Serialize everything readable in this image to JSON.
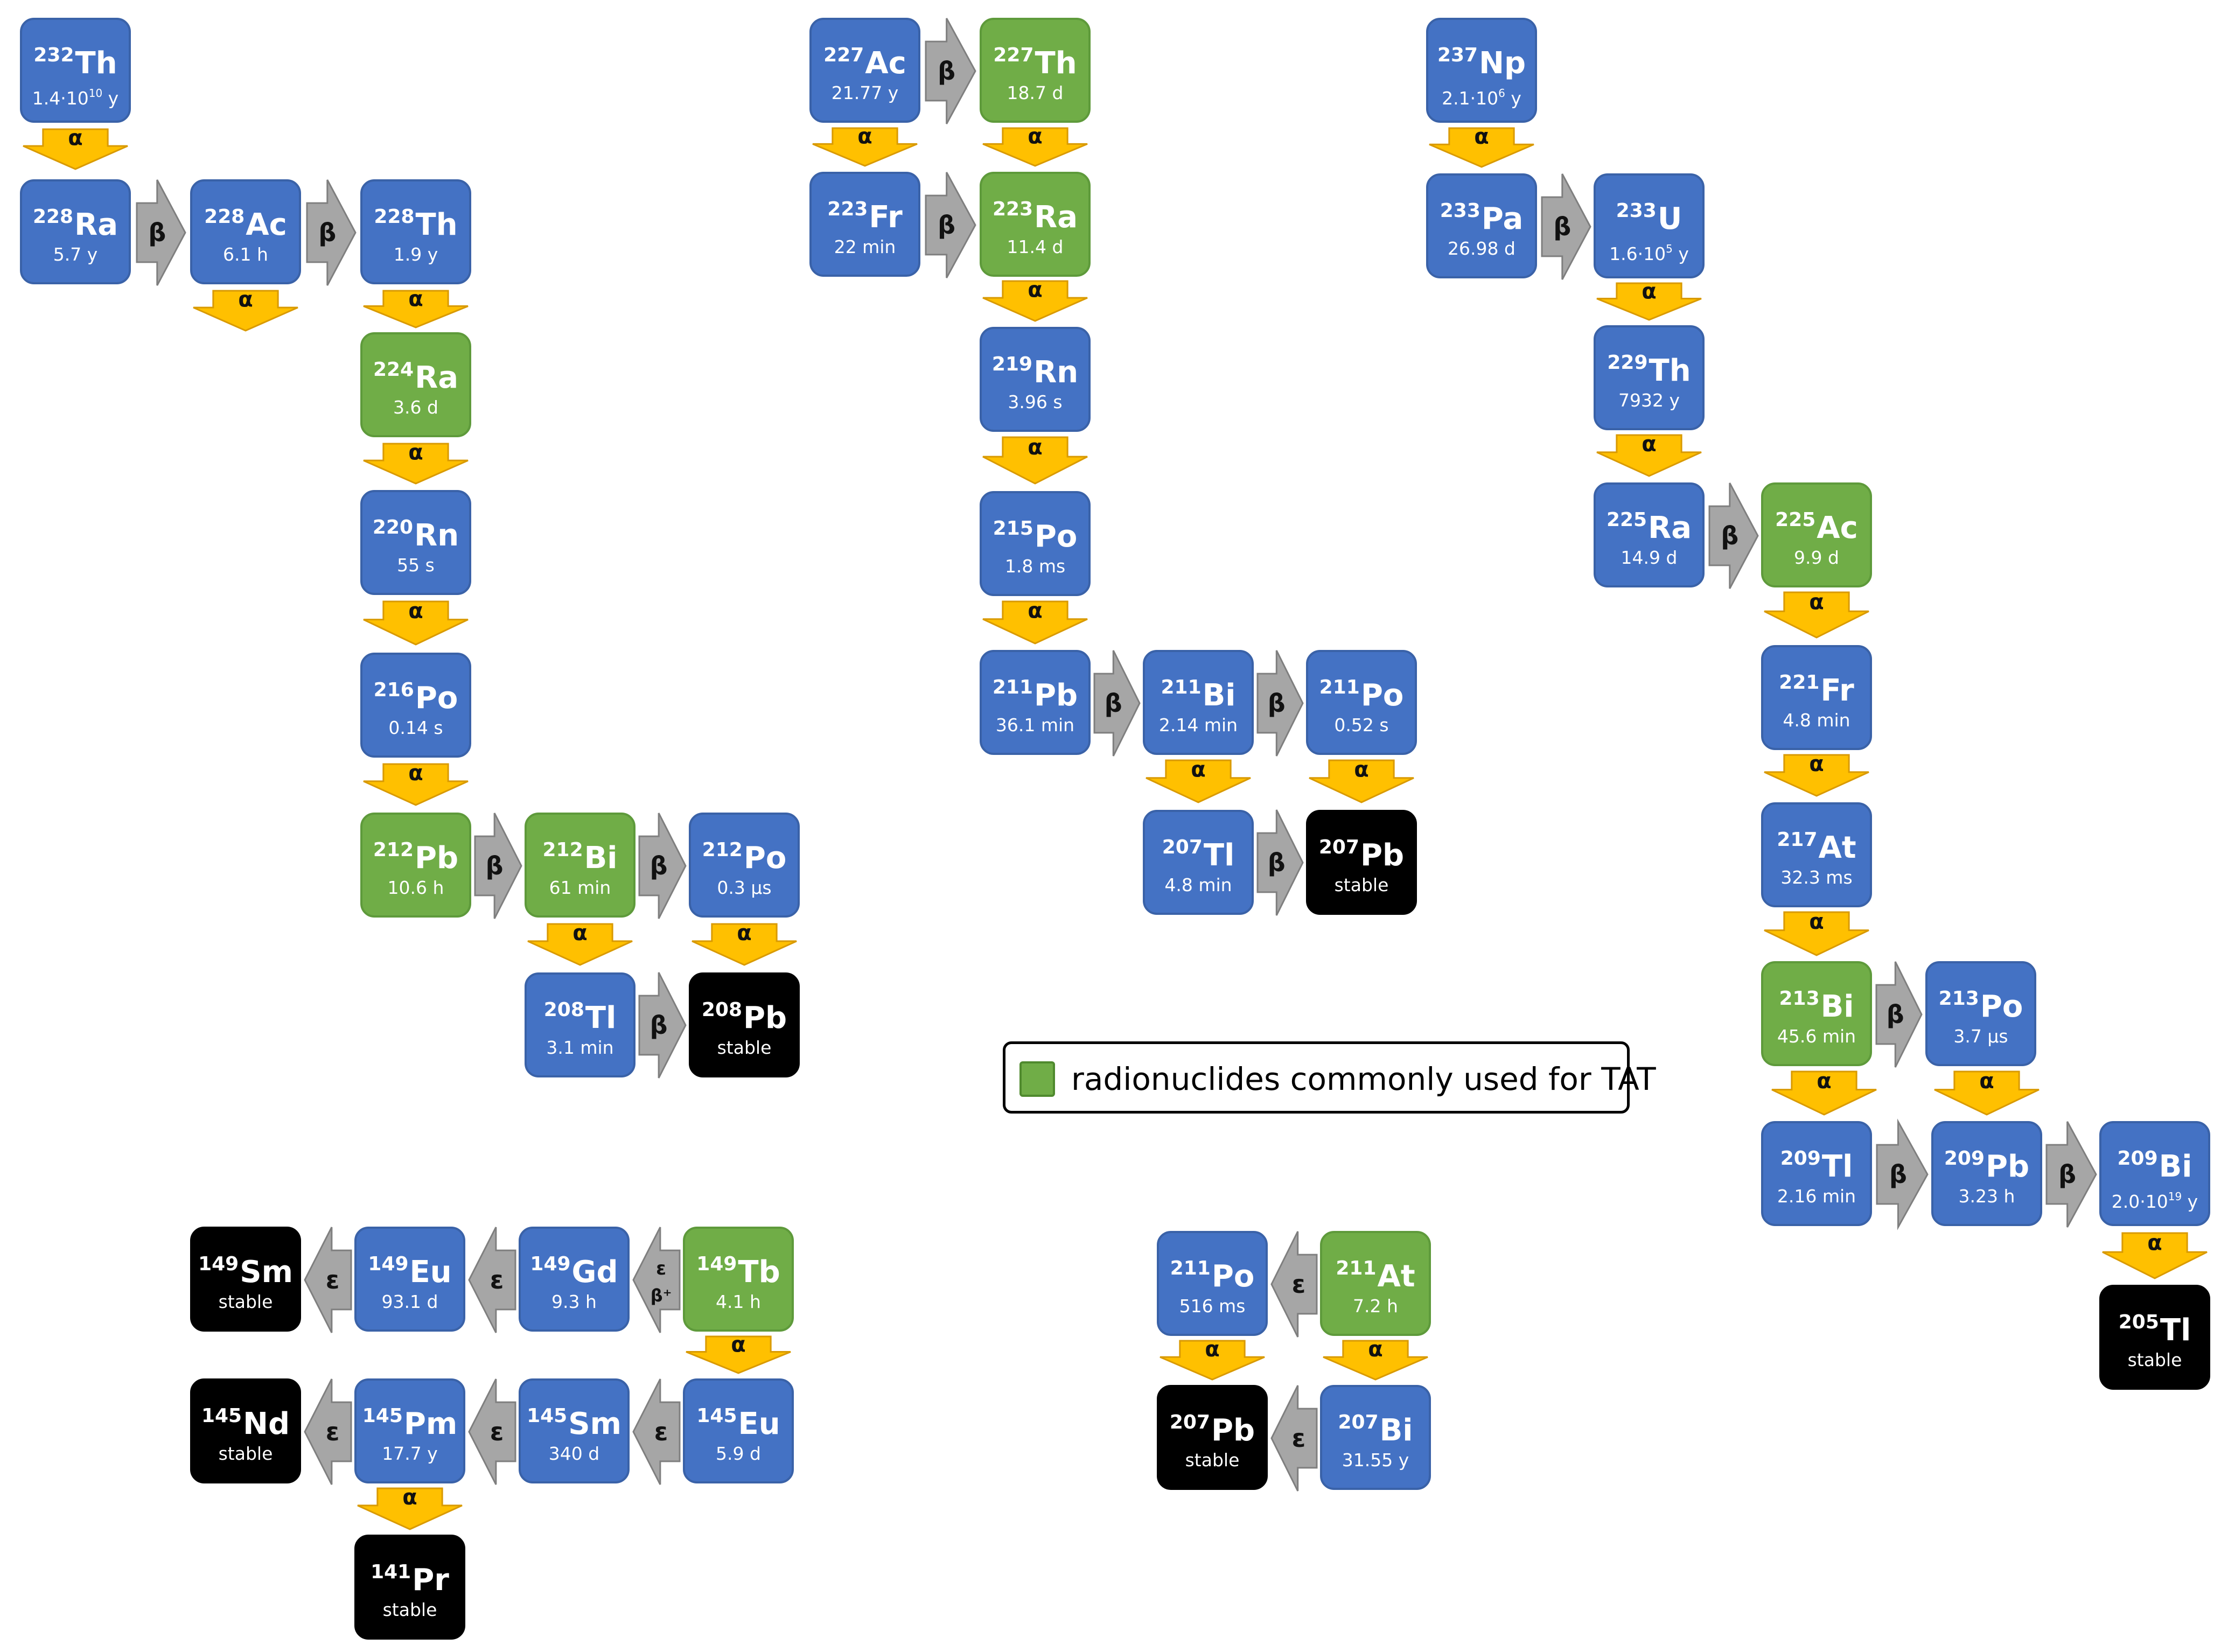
{
  "legend": {
    "label": "radionuclides commonly used for TAT",
    "color": "#70ad47"
  },
  "colors": {
    "blue": "#4472c4",
    "green": "#70ad47",
    "black": "#000000",
    "alpha_arrow": "#ffc000",
    "beta_arrow": "#a6a6a6"
  },
  "nuclides": [
    {
      "id": "th232",
      "mass": "232",
      "el": "Th",
      "hl": "1.4·10",
      "hl_exp": "10",
      "hl_unit": " y",
      "color": "blue"
    },
    {
      "id": "ra228",
      "mass": "228",
      "el": "Ra",
      "hl": "5.7 y",
      "color": "blue"
    },
    {
      "id": "ac228",
      "mass": "228",
      "el": "Ac",
      "hl": "6.1 h",
      "color": "blue"
    },
    {
      "id": "th228",
      "mass": "228",
      "el": "Th",
      "hl": "1.9 y",
      "color": "blue"
    },
    {
      "id": "ra224",
      "mass": "224",
      "el": "Ra",
      "hl": "3.6 d",
      "color": "green"
    },
    {
      "id": "rn220",
      "mass": "220",
      "el": "Rn",
      "hl": "55 s",
      "color": "blue"
    },
    {
      "id": "po216",
      "mass": "216",
      "el": "Po",
      "hl": "0.14 s",
      "color": "blue"
    },
    {
      "id": "pb212",
      "mass": "212",
      "el": "Pb",
      "hl": "10.6 h",
      "color": "green"
    },
    {
      "id": "bi212",
      "mass": "212",
      "el": "Bi",
      "hl": "61 min",
      "color": "green"
    },
    {
      "id": "po212",
      "mass": "212",
      "el": "Po",
      "hl": "0.3 µs",
      "color": "blue"
    },
    {
      "id": "tl208",
      "mass": "208",
      "el": "Tl",
      "hl": "3.1 min",
      "color": "blue"
    },
    {
      "id": "pb208",
      "mass": "208",
      "el": "Pb",
      "hl": "stable",
      "color": "black"
    },
    {
      "id": "ac227",
      "mass": "227",
      "el": "Ac",
      "hl": "21.77 y",
      "color": "blue"
    },
    {
      "id": "th227",
      "mass": "227",
      "el": "Th",
      "hl": "18.7 d",
      "color": "green"
    },
    {
      "id": "fr223",
      "mass": "223",
      "el": "Fr",
      "hl": "22 min",
      "color": "blue"
    },
    {
      "id": "ra223",
      "mass": "223",
      "el": "Ra",
      "hl": "11.4 d",
      "color": "green"
    },
    {
      "id": "rn219",
      "mass": "219",
      "el": "Rn",
      "hl": "3.96 s",
      "color": "blue"
    },
    {
      "id": "po215",
      "mass": "215",
      "el": "Po",
      "hl": "1.8 ms",
      "color": "blue"
    },
    {
      "id": "pb211",
      "mass": "211",
      "el": "Pb",
      "hl": "36.1 min",
      "color": "blue"
    },
    {
      "id": "bi211",
      "mass": "211",
      "el": "Bi",
      "hl": "2.14 min",
      "color": "blue"
    },
    {
      "id": "po211a",
      "mass": "211",
      "el": "Po",
      "hl": "0.52 s",
      "color": "blue"
    },
    {
      "id": "tl207",
      "mass": "207",
      "el": "Tl",
      "hl": "4.8 min",
      "color": "blue"
    },
    {
      "id": "pb207a",
      "mass": "207",
      "el": "Pb",
      "hl": "stable",
      "color": "black"
    },
    {
      "id": "np237",
      "mass": "237",
      "el": "Np",
      "hl": "2.1·10",
      "hl_exp": "6",
      "hl_unit": " y",
      "color": "blue"
    },
    {
      "id": "pa233",
      "mass": "233",
      "el": "Pa",
      "hl": "26.98 d",
      "color": "blue"
    },
    {
      "id": "u233",
      "mass": "233",
      "el": "U",
      "hl": "1.6·10",
      "hl_exp": "5",
      "hl_unit": " y",
      "color": "blue"
    },
    {
      "id": "th229",
      "mass": "229",
      "el": "Th",
      "hl": "7932 y",
      "color": "blue"
    },
    {
      "id": "ra225",
      "mass": "225",
      "el": "Ra",
      "hl": "14.9 d",
      "color": "blue"
    },
    {
      "id": "ac225",
      "mass": "225",
      "el": "Ac",
      "hl": "9.9 d",
      "color": "green"
    },
    {
      "id": "fr221",
      "mass": "221",
      "el": "Fr",
      "hl": "4.8 min",
      "color": "blue"
    },
    {
      "id": "at217",
      "mass": "217",
      "el": "At",
      "hl": "32.3 ms",
      "color": "blue"
    },
    {
      "id": "bi213",
      "mass": "213",
      "el": "Bi",
      "hl": "45.6 min",
      "color": "green"
    },
    {
      "id": "po213",
      "mass": "213",
      "el": "Po",
      "hl": "3.7 µs",
      "color": "blue"
    },
    {
      "id": "tl209",
      "mass": "209",
      "el": "Tl",
      "hl": "2.16 min",
      "color": "blue"
    },
    {
      "id": "pb209",
      "mass": "209",
      "el": "Pb",
      "hl": "3.23 h",
      "color": "blue"
    },
    {
      "id": "bi209",
      "mass": "209",
      "el": "Bi",
      "hl": "2.0·10",
      "hl_exp": "19",
      "hl_unit": " y",
      "color": "blue"
    },
    {
      "id": "tl205",
      "mass": "205",
      "el": "Tl",
      "hl": "stable",
      "color": "black"
    },
    {
      "id": "sm149",
      "mass": "149",
      "el": "Sm",
      "hl": "stable",
      "color": "black"
    },
    {
      "id": "eu149",
      "mass": "149",
      "el": "Eu",
      "hl": "93.1 d",
      "color": "blue"
    },
    {
      "id": "gd149",
      "mass": "149",
      "el": "Gd",
      "hl": "9.3 h",
      "color": "blue"
    },
    {
      "id": "tb149",
      "mass": "149",
      "el": "Tb",
      "hl": "4.1 h",
      "color": "green"
    },
    {
      "id": "nd145",
      "mass": "145",
      "el": "Nd",
      "hl": "stable",
      "color": "black"
    },
    {
      "id": "pm145",
      "mass": "145",
      "el": "Pm",
      "hl": "17.7 y",
      "color": "blue"
    },
    {
      "id": "sm145",
      "mass": "145",
      "el": "Sm",
      "hl": "340 d",
      "color": "blue"
    },
    {
      "id": "eu145",
      "mass": "145",
      "el": "Eu",
      "hl": "5.9 d",
      "color": "blue"
    },
    {
      "id": "pr141",
      "mass": "141",
      "el": "Pr",
      "hl": "stable",
      "color": "black"
    },
    {
      "id": "po211b",
      "mass": "211",
      "el": "Po",
      "hl": "516 ms",
      "color": "blue"
    },
    {
      "id": "at211",
      "mass": "211",
      "el": "At",
      "hl": "7.2 h",
      "color": "green"
    },
    {
      "id": "pb207b",
      "mass": "207",
      "el": "Pb",
      "hl": "stable",
      "color": "black"
    },
    {
      "id": "bi207",
      "mass": "207",
      "el": "Bi",
      "hl": "31.55 y",
      "color": "blue"
    }
  ],
  "decays": [
    {
      "from": "th232",
      "to": "ra228",
      "label": "α"
    },
    {
      "from": "ra228",
      "to": "ac228",
      "label": "β"
    },
    {
      "from": "ac228",
      "to": "th228",
      "label": "β"
    },
    {
      "from": "ac228",
      "to": "",
      "label": "α"
    },
    {
      "from": "th228",
      "to": "ra224",
      "label": "α"
    },
    {
      "from": "ra224",
      "to": "rn220",
      "label": "α"
    },
    {
      "from": "rn220",
      "to": "po216",
      "label": "α"
    },
    {
      "from": "po216",
      "to": "pb212",
      "label": "α"
    },
    {
      "from": "pb212",
      "to": "bi212",
      "label": "β"
    },
    {
      "from": "bi212",
      "to": "po212",
      "label": "β"
    },
    {
      "from": "bi212",
      "to": "tl208",
      "label": "α"
    },
    {
      "from": "po212",
      "to": "pb208",
      "label": "α"
    },
    {
      "from": "tl208",
      "to": "pb208",
      "label": "β"
    },
    {
      "from": "ac227",
      "to": "th227",
      "label": "β"
    },
    {
      "from": "ac227",
      "to": "fr223",
      "label": "α"
    },
    {
      "from": "th227",
      "to": "ra223",
      "label": "α"
    },
    {
      "from": "fr223",
      "to": "ra223",
      "label": "β"
    },
    {
      "from": "ra223",
      "to": "rn219",
      "label": "α"
    },
    {
      "from": "rn219",
      "to": "po215",
      "label": "α"
    },
    {
      "from": "po215",
      "to": "pb211",
      "label": "α"
    },
    {
      "from": "pb211",
      "to": "bi211",
      "label": "β"
    },
    {
      "from": "bi211",
      "to": "po211a",
      "label": "β"
    },
    {
      "from": "bi211",
      "to": "tl207",
      "label": "α"
    },
    {
      "from": "po211a",
      "to": "pb207a",
      "label": "α"
    },
    {
      "from": "tl207",
      "to": "pb207a",
      "label": "β"
    },
    {
      "from": "np237",
      "to": "pa233",
      "label": "α"
    },
    {
      "from": "pa233",
      "to": "u233",
      "label": "β"
    },
    {
      "from": "u233",
      "to": "th229",
      "label": "α"
    },
    {
      "from": "th229",
      "to": "ra225",
      "label": "α"
    },
    {
      "from": "ra225",
      "to": "ac225",
      "label": "β"
    },
    {
      "from": "ac225",
      "to": "fr221",
      "label": "α"
    },
    {
      "from": "fr221",
      "to": "at217",
      "label": "α"
    },
    {
      "from": "at217",
      "to": "bi213",
      "label": "α"
    },
    {
      "from": "bi213",
      "to": "po213",
      "label": "β"
    },
    {
      "from": "bi213",
      "to": "tl209",
      "label": "α"
    },
    {
      "from": "po213",
      "to": "pb209",
      "label": "α"
    },
    {
      "from": "tl209",
      "to": "pb209",
      "label": "β"
    },
    {
      "from": "pb209",
      "to": "bi209",
      "label": "β"
    },
    {
      "from": "bi209",
      "to": "tl205",
      "label": "α"
    },
    {
      "from": "tb149",
      "to": "gd149",
      "label": "ε",
      "label2": "β⁺"
    },
    {
      "from": "gd149",
      "to": "eu149",
      "label": "ε"
    },
    {
      "from": "eu149",
      "to": "sm149",
      "label": "ε"
    },
    {
      "from": "tb149",
      "to": "eu145",
      "label": "α"
    },
    {
      "from": "eu145",
      "to": "sm145",
      "label": "ε"
    },
    {
      "from": "sm145",
      "to": "pm145",
      "label": "ε"
    },
    {
      "from": "pm145",
      "to": "nd145",
      "label": "ε"
    },
    {
      "from": "pm145",
      "to": "pr141",
      "label": "α"
    },
    {
      "from": "at211",
      "to": "po211b",
      "label": "ε"
    },
    {
      "from": "at211",
      "to": "bi207",
      "label": "α"
    },
    {
      "from": "po211b",
      "to": "pb207b",
      "label": "α"
    },
    {
      "from": "bi207",
      "to": "pb207b",
      "label": "ε"
    }
  ]
}
